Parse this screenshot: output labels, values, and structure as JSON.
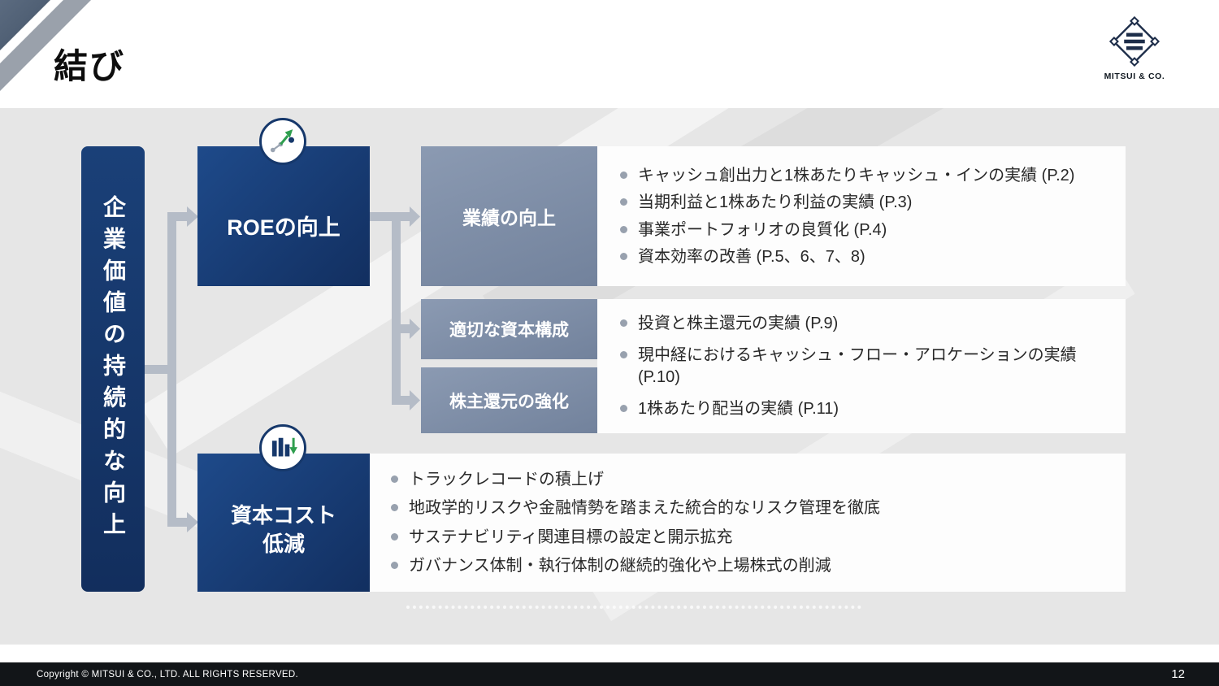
{
  "header": {
    "title": "結び",
    "logo_text": "MITSUI & CO."
  },
  "diagram": {
    "left_box_label": "企業価値の持続的な向上",
    "roe_label": "ROEの向上",
    "capital_cost_label_line1": "資本コスト",
    "capital_cost_label_line2": "低減",
    "sub_boxes": {
      "performance": "業績の向上",
      "capital_structure": "適切な資本構成",
      "shareholder_returns": "株主還元の強化"
    },
    "roe_bullets": [
      "キャッシュ創出力と1株あたりキャッシュ・インの実績 (P.2)",
      "当期利益と1株あたり利益の実績 (P.3)",
      "事業ポートフォリオの良質化 (P.4)",
      "資本効率の改善 (P.5、6、7、8)"
    ],
    "capital_structure_bullets": [
      "投資と株主還元の実績 (P.9)",
      "現中経におけるキャッシュ・フロー・アロケーションの実績 (P.10)",
      "1株あたり配当の実績 (P.11)"
    ],
    "capital_cost_bullets": [
      "トラックレコードの積上げ",
      "地政学的リスクや金融情勢を踏まえた統合的なリスク管理を徹底",
      "サステナビリティ関連目標の設定と開示拡充",
      "ガバナンス体制・執行体制の継続的強化や上場株式の削減"
    ],
    "icons": {
      "roe_icon": "trend-up-arrow-icon",
      "capital_cost_icon": "bar-chart-down-arrow-icon"
    }
  },
  "footer": {
    "copyright": "Copyright © MITSUI & CO., LTD. ALL RIGHTS RESERVED.",
    "page_number": "12"
  },
  "colors": {
    "navy": "#16386b",
    "slate_blue": "#8292ab",
    "green_accent": "#2f9e4e",
    "background_gray": "#e6e6e6",
    "arrow_gray": "#b5bcc7",
    "footer_black": "#121518"
  }
}
